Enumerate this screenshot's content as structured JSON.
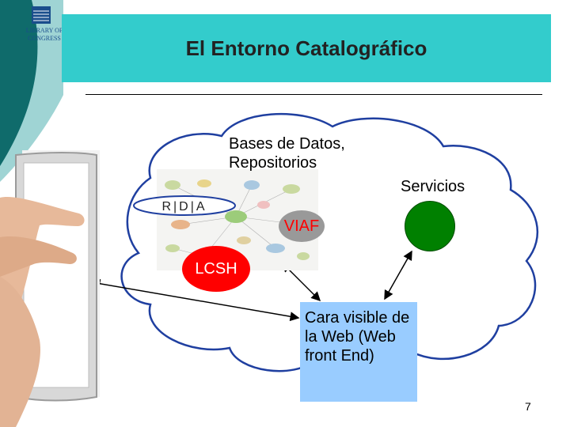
{
  "slide": {
    "title": "El Entorno Catalográfico",
    "page_number": "7"
  },
  "logo": {
    "text_line1": "LIBRARY OF",
    "text_line2": "CONGRESS"
  },
  "labels": {
    "bases": "Bases de Datos, Repositorios",
    "servicios": "Servicios",
    "viaf": "VIAF",
    "lcsh": "LCSH",
    "cara_visible": "Cara visible de la Web (Web front End)"
  },
  "rda": {
    "text": "R|D|A"
  },
  "colors": {
    "title_bg": "#33cccc",
    "viaf_fill": "#999999",
    "viaf_text": "#ff0000",
    "lcsh_fill": "#ff0000",
    "services_fill": "#008000",
    "front_end_bg": "#99ccff",
    "cloud_stroke": "#1f3fa0"
  }
}
